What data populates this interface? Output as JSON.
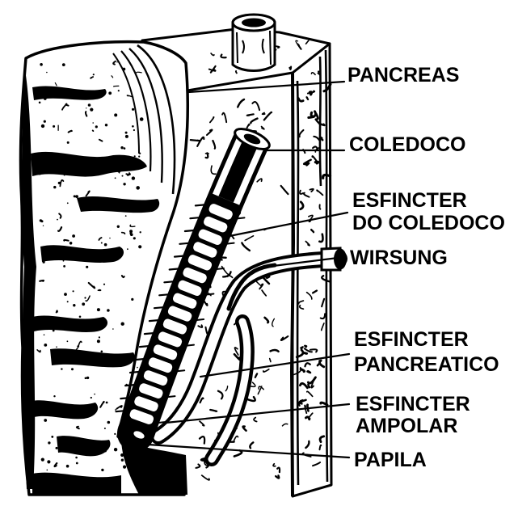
{
  "labels": {
    "pancreas": "PANCREAS",
    "coledoco": "COLEDOCO",
    "esfincter_do_coledoco": [
      "ESFINCTER",
      "DO COLEDOCO"
    ],
    "wirsung": "WIRSUNG",
    "esfincter_pancreatico": [
      "ESFINCTER",
      "PANCREATICO"
    ],
    "esfincter_ampolar": [
      "ESFINCTER",
      "AMPOLAR"
    ],
    "papila": "PAPILA"
  },
  "colors": {
    "ink": "#000000",
    "paper": "#ffffff"
  }
}
